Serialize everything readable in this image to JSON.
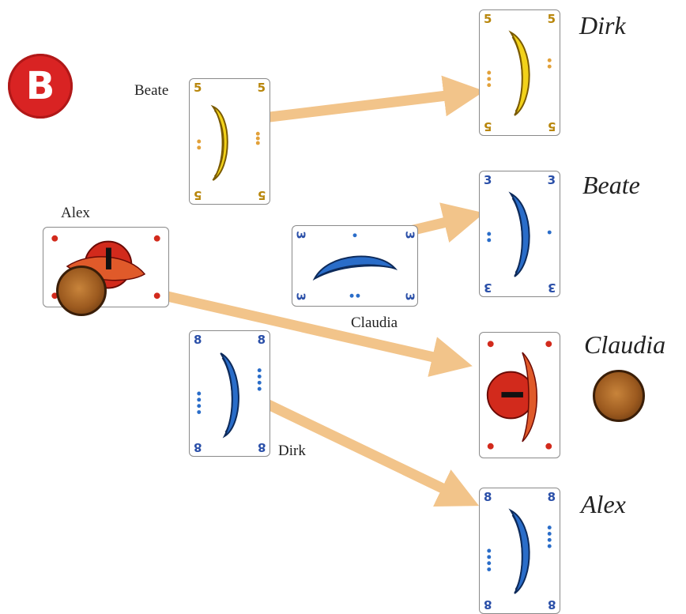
{
  "badge": {
    "letter": "B",
    "color": "#d92323"
  },
  "colors": {
    "arrow": "#f2c48a",
    "yellow": "#f2d21a",
    "blue": "#2a6dc9",
    "red": "#d22a1c",
    "corner_yellow": "#b8860b",
    "corner_blue": "#2a4fa8",
    "corner_red": "#c0392b"
  },
  "played": [
    {
      "player": "Beate",
      "suit": "yellow-leaf-icon",
      "rank": "5"
    },
    {
      "player": "Alex",
      "suit": "red-heart-icon",
      "rank": "I"
    },
    {
      "player": "Claudia",
      "suit": "blue-leaf-icon",
      "rank": "3"
    },
    {
      "player": "Dirk",
      "suit": "blue-leaf-icon",
      "rank": "8"
    }
  ],
  "received": [
    {
      "player": "Dirk",
      "suit": "yellow-leaf-icon",
      "rank": "5"
    },
    {
      "player": "Beate",
      "suit": "blue-leaf-icon",
      "rank": "3"
    },
    {
      "player": "Claudia",
      "suit": "red-heart-icon",
      "rank": "I"
    },
    {
      "player": "Alex",
      "suit": "blue-leaf-icon",
      "rank": "8"
    }
  ],
  "coins": [
    "acorn-coin-icon",
    "acorn-coin-icon"
  ]
}
